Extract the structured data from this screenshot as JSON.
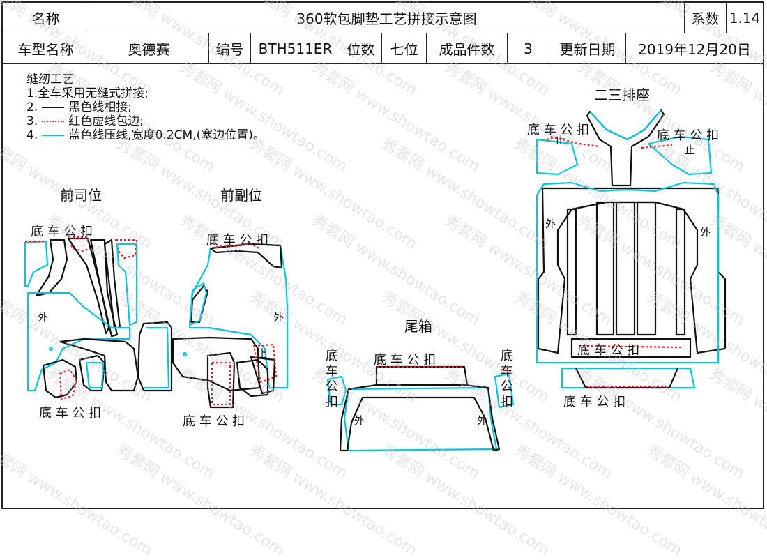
{
  "header": {
    "name_label": "名称",
    "title": "360软包脚垫工艺拼接示意图",
    "coef_label": "系数",
    "coef_value": "1.14",
    "model_label": "车型名称",
    "model_value": "奥德赛",
    "code_label": "编号",
    "code_value": "BTH511ER",
    "seats_label": "位数",
    "seats_value": "七位",
    "pieces_label": "成品件数",
    "pieces_value": "3",
    "date_label": "更新日期",
    "date_value": "2019年12月20日"
  },
  "notes": {
    "title": "缝纫工艺",
    "line1": "1.全车采用无缝式拼接;",
    "line2_prefix": "2.",
    "line2_text": "黑色线相接;",
    "line3_prefix": "3.",
    "line3_text": "红色虚线包边;",
    "line4_prefix": "4.",
    "line4_text": "蓝色线压线,宽度0.2CM,(塞边位置)。"
  },
  "sections": {
    "driver": "前司位",
    "passenger": "前副位",
    "trunk": "尾箱",
    "rear": "二三排座"
  },
  "labels": {
    "bottom_clip": "底 车 公 扣",
    "bottom_clip_wide": "底  车  公  扣",
    "outside": "外",
    "stop": "止",
    "di": "底",
    "che": "车",
    "gong": "公",
    "kou": "扣"
  },
  "colors": {
    "black_line": "#111111",
    "red_dash": "#e02020",
    "blue_line": "#00c8e0",
    "watermark": "#c7c7d6"
  },
  "watermark_text": "秀套网 www.showtao.com"
}
